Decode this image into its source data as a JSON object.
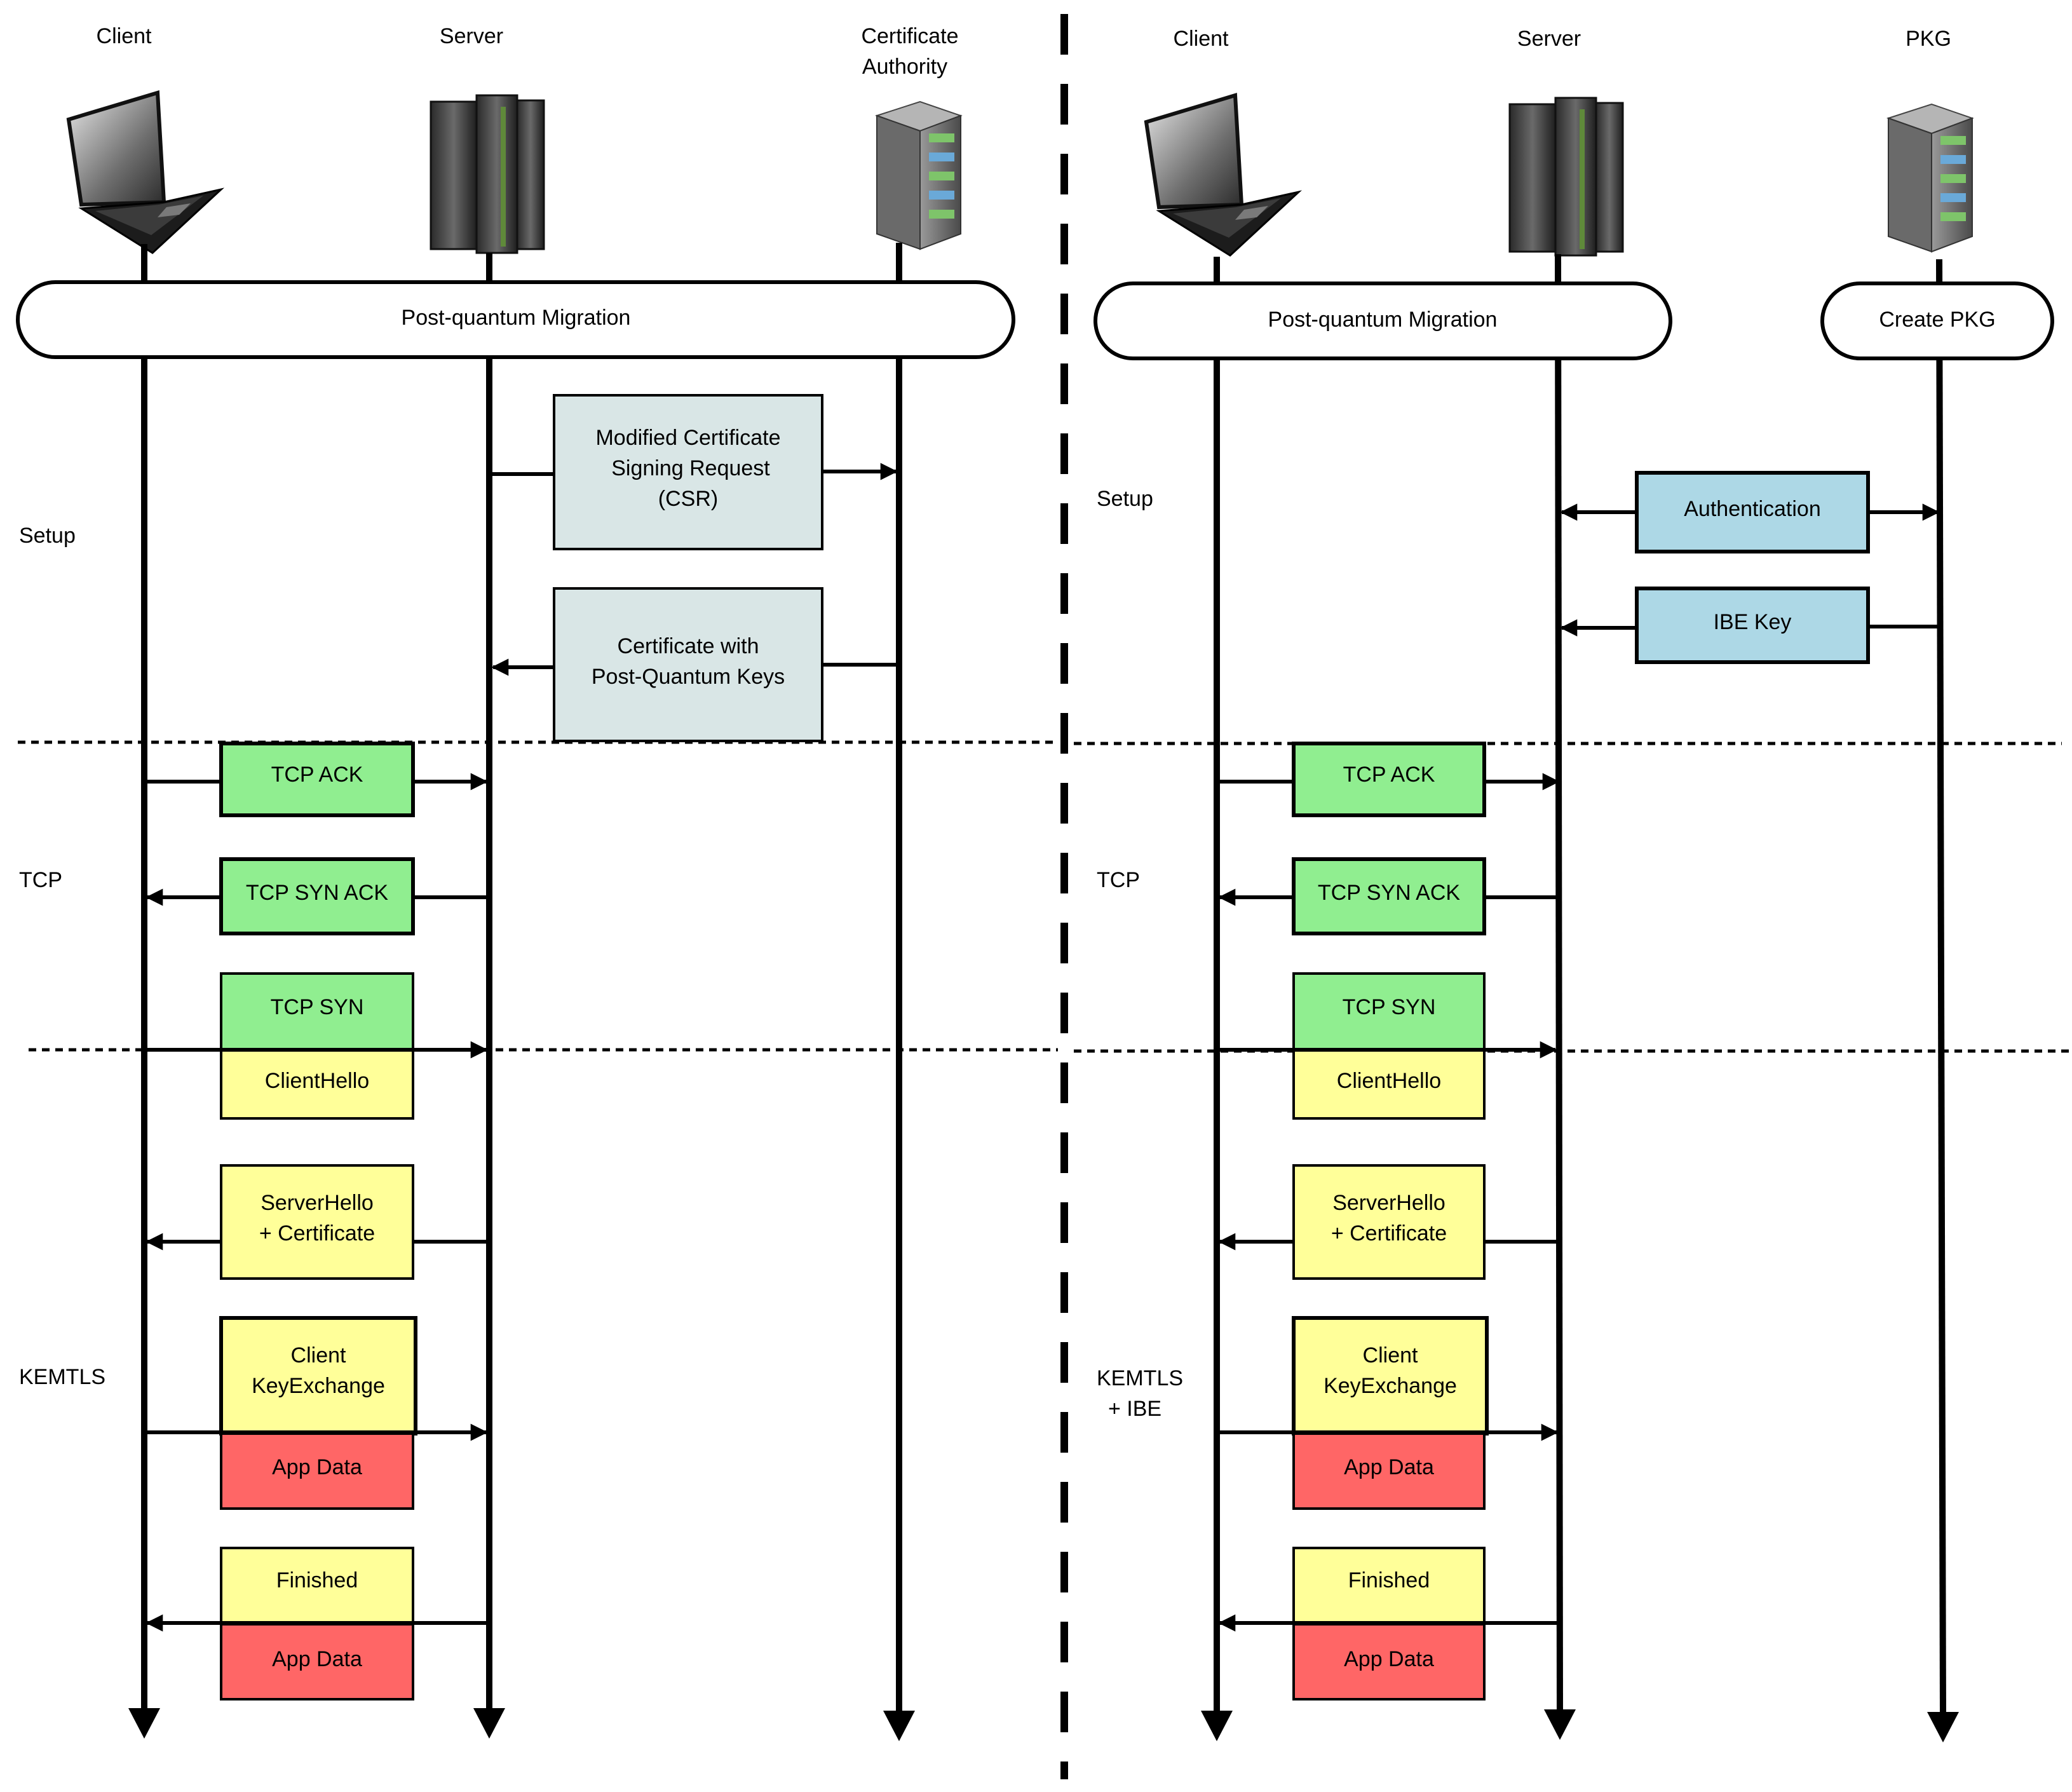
{
  "left": {
    "participants": {
      "client": "Client",
      "server": "Server",
      "ca_line1": "Certificate",
      "ca_line2": "Authority"
    },
    "migration_label": "Post-quantum Migration",
    "phases": {
      "setup": "Setup",
      "tcp": "TCP",
      "kemtls": "KEMTLS"
    },
    "csr": {
      "line1": "Modified Certificate",
      "line2": "Signing Request",
      "line3": "(CSR)"
    },
    "cert": {
      "line1": "Certificate with",
      "line2": "Post-Quantum Keys"
    },
    "tcp_ack": "TCP ACK",
    "tcp_syn_ack": "TCP SYN ACK",
    "tcp_syn": "TCP SYN",
    "client_hello": "ClientHello",
    "server_hello": {
      "line1": "ServerHello",
      "line2": "+ Certificate"
    },
    "client_kex": {
      "line1": "Client",
      "line2": "KeyExchange"
    },
    "app_data_1": "App Data",
    "finished": "Finished",
    "app_data_2": "App Data"
  },
  "right": {
    "participants": {
      "client": "Client",
      "server": "Server",
      "pkg": "PKG"
    },
    "migration_label": "Post-quantum Migration",
    "create_pkg": "Create PKG",
    "phases": {
      "setup": "Setup",
      "tcp": "TCP",
      "kemtls_line1": "KEMTLS",
      "kemtls_line2": "+ IBE"
    },
    "authentication": "Authentication",
    "ibe_key": "IBE Key",
    "tcp_ack": "TCP ACK",
    "tcp_syn_ack": "TCP SYN ACK",
    "tcp_syn": "TCP SYN",
    "client_hello": "ClientHello",
    "server_hello": {
      "line1": "ServerHello",
      "line2": "+ Certificate"
    },
    "client_kex": {
      "line1": "Client",
      "line2": "KeyExchange"
    },
    "app_data_1": "App Data",
    "finished": "Finished",
    "app_data_2": "App Data"
  },
  "colors": {
    "tcp_box": "#90ee90",
    "tls_box": "#ffff99",
    "app_box": "#ff6666",
    "ca_box": "#d9e6e6",
    "pkg_box": "#add8e6"
  }
}
